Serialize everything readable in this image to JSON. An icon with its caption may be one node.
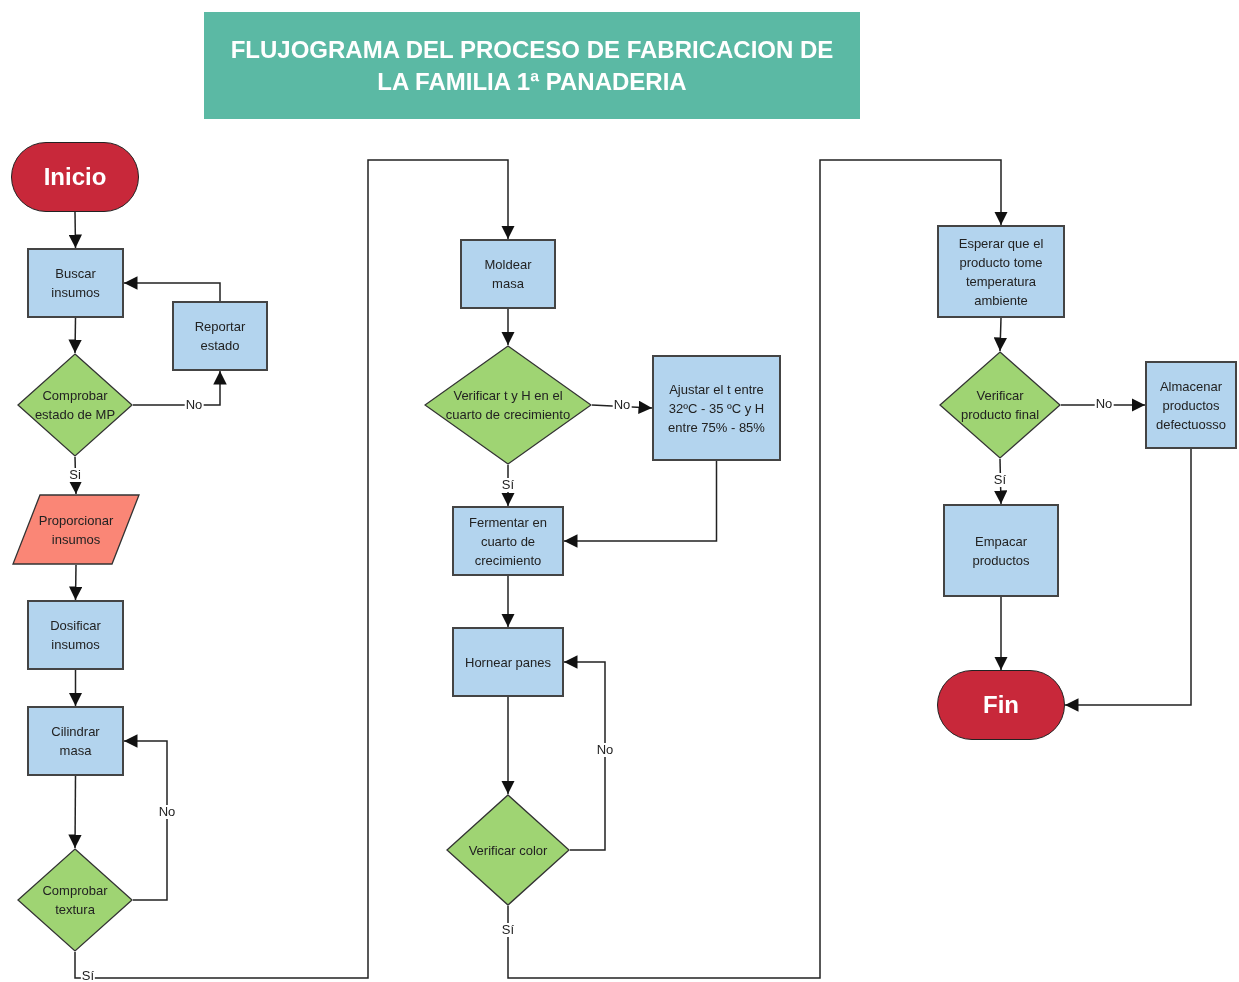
{
  "diagram": {
    "title": "FLUJOGRAMA DEL PROCESO DE FABRICACION DE LA FAMILIA 1ª PANADERIA",
    "nodes": [
      {
        "text": [
          "Inicio"
        ]
      },
      {
        "text": [
          "Buscar insumos"
        ]
      },
      {
        "text": [
          "Reportar estado"
        ]
      },
      {
        "text": [
          "Comprobar estado de MP"
        ]
      },
      {
        "text": [
          "Proporcionar insumos"
        ]
      },
      {
        "text": [
          "Dosificar insumos"
        ]
      },
      {
        "text": [
          "Cilindrar masa"
        ]
      },
      {
        "text": [
          "Comprobar textura"
        ]
      },
      {
        "text": [
          "Moldear masa"
        ]
      },
      {
        "text": [
          "Verificar t y H en el cuarto de crecimiento"
        ]
      },
      {
        "text": [
          "Ajustar el t entre 32ºC - 35 ºC y H entre 75% - 85%"
        ]
      },
      {
        "text": [
          "Fermentar en cuarto de crecimiento"
        ]
      },
      {
        "text": [
          "Hornear panes"
        ]
      },
      {
        "text": [
          "Verificar color"
        ]
      },
      {
        "text": [
          "Esperar que el producto tome temperatura ambiente"
        ]
      },
      {
        "text": [
          "Verificar producto final"
        ]
      },
      {
        "text": [
          "Almacenar productos defectuosso"
        ]
      },
      {
        "text": [
          "Empacar productos"
        ]
      },
      {
        "text": [
          "Fin"
        ]
      }
    ],
    "edges": [
      {
        "from": 0,
        "to": 1,
        "arrow": "to"
      },
      {
        "from": 1,
        "to": 3,
        "arrow": "to"
      },
      {
        "from": 3,
        "to": 2,
        "arrow": "to",
        "label": "No"
      },
      {
        "from": 2,
        "to": 1,
        "arrow": "to"
      },
      {
        "from": 3,
        "to": 4,
        "arrow": "to",
        "label": "Si"
      },
      {
        "from": 4,
        "to": 5,
        "arrow": "to"
      },
      {
        "from": 5,
        "to": 6,
        "arrow": "to"
      },
      {
        "from": 6,
        "to": 7,
        "arrow": "to"
      },
      {
        "from": 7,
        "to": 6,
        "arrow": "to",
        "label": "No"
      },
      {
        "from": 7,
        "to": 8,
        "arrow": "to",
        "label": "Sí"
      },
      {
        "from": 8,
        "to": 9,
        "arrow": "to"
      },
      {
        "from": 9,
        "to": 10,
        "arrow": "to",
        "label": "No"
      },
      {
        "from": 10,
        "to": 11,
        "arrow": "to"
      },
      {
        "from": 9,
        "to": 11,
        "arrow": "to",
        "label": "Sí"
      },
      {
        "from": 11,
        "to": 12,
        "arrow": "to"
      },
      {
        "from": 12,
        "to": 13,
        "arrow": "to"
      },
      {
        "from": 13,
        "to": 12,
        "arrow": "to",
        "label": "No"
      },
      {
        "from": 13,
        "to": 14,
        "arrow": "to",
        "label": "Sí"
      },
      {
        "from": 14,
        "to": 15,
        "arrow": "to"
      },
      {
        "from": 15,
        "to": 16,
        "arrow": "to",
        "label": "No"
      },
      {
        "from": 15,
        "to": 17,
        "arrow": "to",
        "label": "Sí"
      },
      {
        "from": 17,
        "to": 18,
        "arrow": "to"
      },
      {
        "from": 16,
        "to": 18,
        "arrow": "to"
      }
    ]
  }
}
